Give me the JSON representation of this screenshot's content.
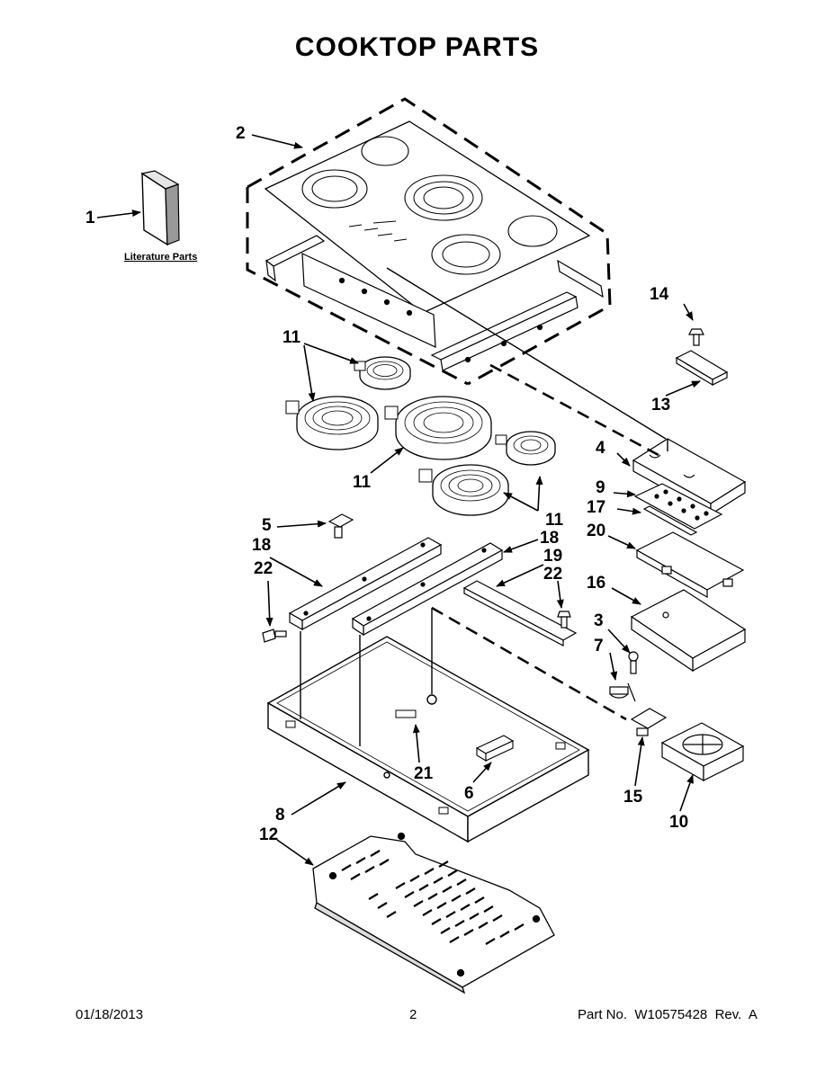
{
  "title": "COOKTOP PARTS",
  "literature_label": "Literature Parts",
  "footer": {
    "date": "01/18/2013",
    "page": "2",
    "part_no": "Part No.  W10575428  Rev.  A"
  },
  "callouts": {
    "c1": "1",
    "c2": "2",
    "c3": "3",
    "c4": "4",
    "c5": "5",
    "c6": "6",
    "c7": "7",
    "c8": "8",
    "c9": "9",
    "c10": "10",
    "c11a": "11",
    "c11b": "11",
    "c11c": "11",
    "c12": "12",
    "c13": "13",
    "c14": "14",
    "c15": "15",
    "c16": "16",
    "c17": "17",
    "c18a": "18",
    "c18b": "18",
    "c19": "19",
    "c20": "20",
    "c21": "21",
    "c22a": "22",
    "c22b": "22"
  }
}
